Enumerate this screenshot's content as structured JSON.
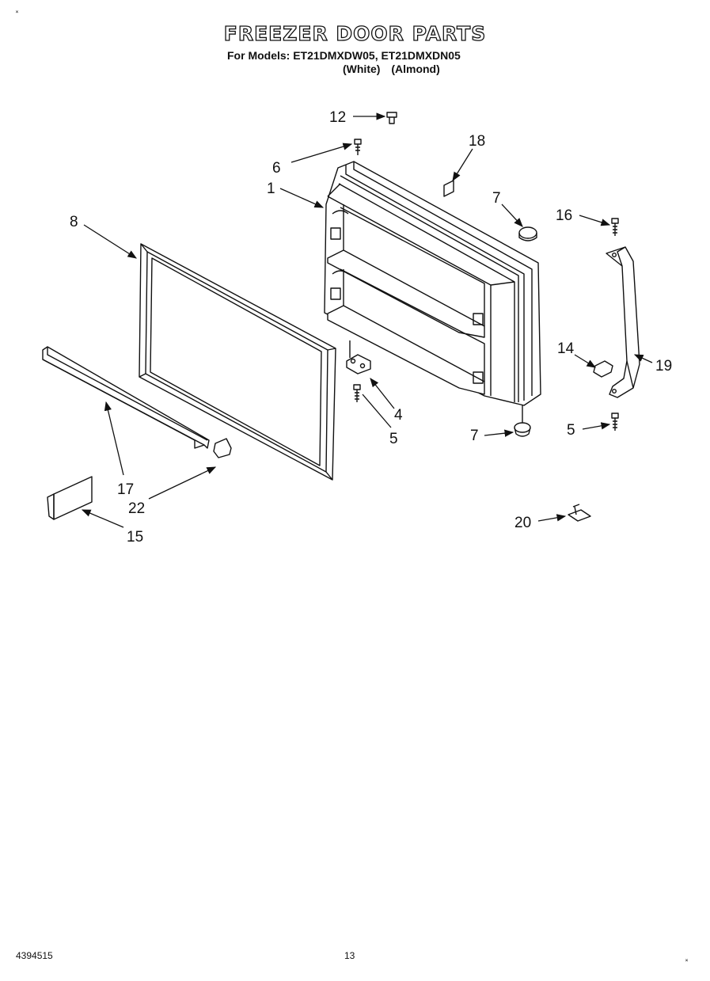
{
  "header": {
    "title": "FREEZER DOOR PARTS",
    "models_line": "For Models: ET21DMXDW05, ET21DMXDN05",
    "colors": [
      "(White)",
      "(Almond)"
    ]
  },
  "callouts": {
    "c1": "1",
    "c4": "4",
    "c5a": "5",
    "c5b": "5",
    "c6": "6",
    "c7a": "7",
    "c7b": "7",
    "c8": "8",
    "c12": "12",
    "c14": "14",
    "c15": "15",
    "c16": "16",
    "c17": "17",
    "c18": "18",
    "c19": "19",
    "c20": "20",
    "c22": "22"
  },
  "footer": {
    "doc_number": "4394515",
    "page_number": "13"
  }
}
